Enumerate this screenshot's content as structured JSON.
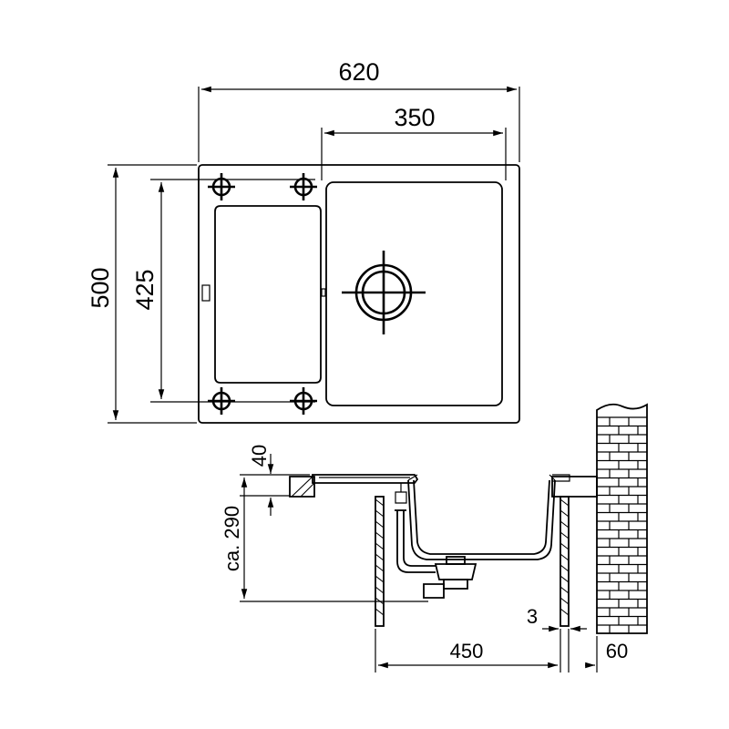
{
  "dimensions": {
    "overall_width": "620",
    "bowl_width": "350",
    "overall_depth": "500",
    "fixing_depth": "425",
    "rim_height": "40",
    "bowl_depth": "ca. 290",
    "cabinet_width": "450",
    "gap": "3",
    "wall_offset": "60"
  }
}
